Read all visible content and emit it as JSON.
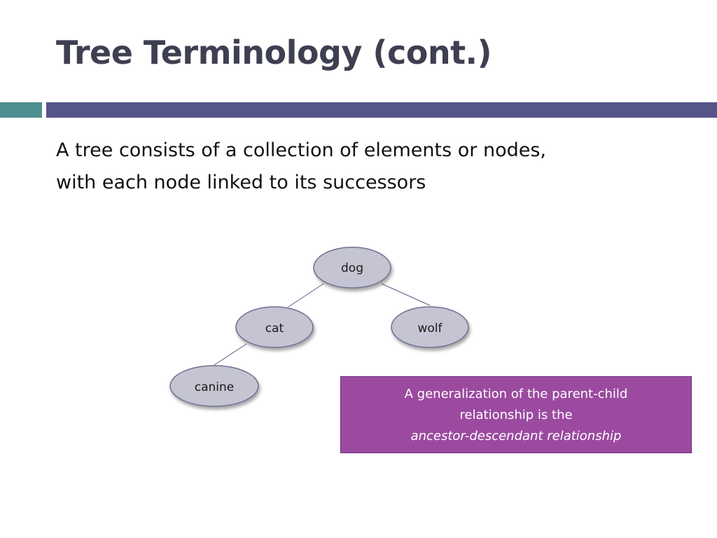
{
  "slide": {
    "title": "Tree Terminology (cont.)",
    "body_lines": [
      "A tree consists of a collection of elements or nodes,",
      "with each node linked to its successors"
    ]
  },
  "diagram": {
    "nodes": [
      {
        "id": "dog",
        "label": "dog"
      },
      {
        "id": "cat",
        "label": "cat"
      },
      {
        "id": "wolf",
        "label": "wolf"
      },
      {
        "id": "canine",
        "label": "canine"
      }
    ],
    "edges": [
      {
        "from": "dog",
        "to": "cat"
      },
      {
        "from": "dog",
        "to": "wolf"
      },
      {
        "from": "cat",
        "to": "canine"
      }
    ]
  },
  "callout": {
    "line1": "A generalization of the parent-child",
    "line2": "relationship is the",
    "line3": "ancestor-descendant relationship"
  },
  "colors": {
    "title_text": "#3f3f52",
    "rule_accent": "#4f8f8f",
    "rule_main": "#55558a",
    "node_fill": "#c4c4d2",
    "node_stroke": "#6e6e90",
    "edge": "#5a5a86",
    "callout_fill": "#9b4aa0"
  }
}
